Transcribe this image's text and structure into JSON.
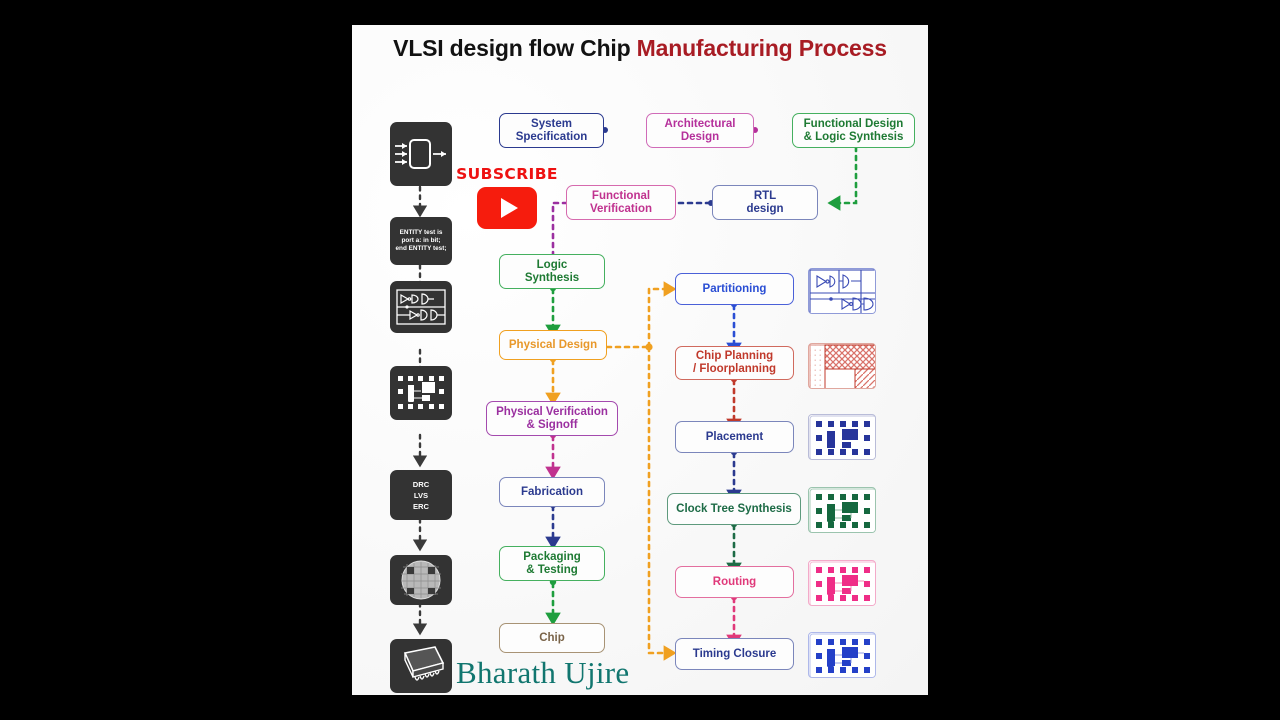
{
  "title": {
    "plain": "VLSI design flow Chip ",
    "accent": "Manufacturing Process"
  },
  "watermark": "Bharath Ujire",
  "subscribe": {
    "label": "SUBSCRIBE",
    "icon": "youtube-play-icon"
  },
  "colors": {
    "navy": "#2b3a8f",
    "blue": "#2a4ed4",
    "purple": "#8e2f8e",
    "magenta": "#c0328f",
    "green": "#1e9e3e",
    "darkgreen": "#1d6b46",
    "orange": "#f0a020",
    "red": "#c0392b",
    "pink": "#e0397a",
    "brown": "#7a6449",
    "title_red": "#a81c24",
    "teal": "#11766f",
    "dark_tile": "#333333",
    "youtube_red": "#f61c0d"
  },
  "flow_boxes": [
    {
      "id": "system-specification",
      "label": "System\nSpecification",
      "color": "#2b3a8f"
    },
    {
      "id": "architectural-design",
      "label": "Architectural\nDesign",
      "color": "#b5309b"
    },
    {
      "id": "functional-design",
      "label": "Functional Design\n& Logic Synthesis",
      "color": "#1e9e3e"
    },
    {
      "id": "functional-verification",
      "label": "Functional\nVerification",
      "color": "#c0328f"
    },
    {
      "id": "rtl-design",
      "label": "RTL\ndesign",
      "color": "#2b3a8f"
    },
    {
      "id": "logic-synthesis",
      "label": "Logic\nSynthesis",
      "color": "#1e9e3e"
    },
    {
      "id": "physical-design",
      "label": "Physical Design",
      "color": "#f0a020"
    },
    {
      "id": "physical-verification",
      "label": "Physical Verification\n& Signoff",
      "color": "#9b2fa0"
    },
    {
      "id": "fabrication",
      "label": "Fabrication",
      "color": "#2b3a8f"
    },
    {
      "id": "packaging-testing",
      "label": "Packaging\n& Testing",
      "color": "#1e9e3e"
    },
    {
      "id": "chip",
      "label": "Chip",
      "color": "#7a6449"
    },
    {
      "id": "partitioning",
      "label": "Partitioning",
      "color": "#2a4ed4"
    },
    {
      "id": "chip-planning",
      "label": "Chip Planning\n/ Floorplanning",
      "color": "#c0392b"
    },
    {
      "id": "placement",
      "label": "Placement",
      "color": "#2b3a8f"
    },
    {
      "id": "clock-tree-synthesis",
      "label": "Clock Tree Synthesis",
      "color": "#1d6b46"
    },
    {
      "id": "routing",
      "label": "Routing",
      "color": "#e0397a"
    },
    {
      "id": "timing-closure",
      "label": "Timing Closure",
      "color": "#2b3a8f"
    }
  ],
  "left_icons": [
    {
      "id": "block-diagram-icon",
      "kind": "blockdiagram",
      "text": ""
    },
    {
      "id": "vhdl-code-icon",
      "kind": "code",
      "text": "ENTITY test is\nport a: in bit;\nend ENTITY test;"
    },
    {
      "id": "gate-netlist-icon",
      "kind": "gates",
      "text": ""
    },
    {
      "id": "layout-icon",
      "kind": "layout",
      "text": ""
    },
    {
      "id": "drc-lvs-erc-icon",
      "kind": "drc",
      "text": "DRC\nLVS\nERC"
    },
    {
      "id": "wafer-icon",
      "kind": "wafer",
      "text": ""
    },
    {
      "id": "package-chip-icon",
      "kind": "package",
      "text": ""
    }
  ],
  "thumbnails": [
    {
      "id": "partitioning-thumb",
      "kind": "gates",
      "color": "#3a4bb5"
    },
    {
      "id": "floorplan-thumb",
      "kind": "floorplan",
      "color": "#c0392b"
    },
    {
      "id": "placement-thumb",
      "kind": "blocks",
      "color": "#27359b"
    },
    {
      "id": "cts-thumb",
      "kind": "blocks",
      "color": "#15683f"
    },
    {
      "id": "routing-thumb",
      "kind": "blocks",
      "color": "#ef2d87"
    },
    {
      "id": "timing-thumb",
      "kind": "blocks",
      "color": "#2440c8"
    }
  ]
}
